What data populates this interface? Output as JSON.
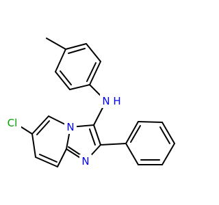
{
  "molecule": {
    "atoms": {
      "cl": {
        "symbol": "Cl",
        "color": "#00A000"
      },
      "n_ring": {
        "symbol": "N",
        "color": "#0000FF"
      },
      "n_imine": {
        "symbol": "N",
        "color": "#0000FF"
      },
      "nh": {
        "symbol": "N",
        "color": "#0000FF",
        "suffix": "H"
      }
    },
    "bond_color": "#000000",
    "background": "#ffffff"
  }
}
